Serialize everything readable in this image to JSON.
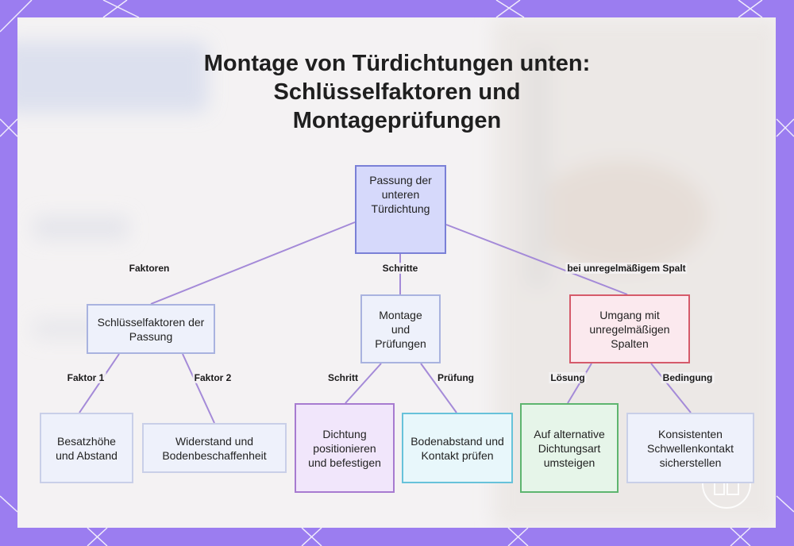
{
  "title_lines": [
    "Montage von Türdichtungen unten:",
    "Schlüsselfaktoren und",
    "Montageprüfungen"
  ],
  "nodes": {
    "root": "Passung der unteren Türdichtung",
    "factors": "Schlüsselfaktoren der Passung",
    "assembly": "Montage und Prüfungen",
    "irregular": "Umgang mit unregelmäßigen Spalten",
    "factor1": "Besatzhöhe und Abstand",
    "factor2": "Widerstand und Bodenbeschaffenheit",
    "step": "Dichtung positionieren und befestigen",
    "check": "Bodenabstand und Kontakt prüfen",
    "solution": "Auf alternative Dichtungsart umsteigen",
    "condition": "Konsistenten Schwellenkontakt sicherstellen"
  },
  "edge_labels": {
    "root_factors": "Faktoren",
    "root_assembly": "Schritte",
    "root_irregular": "bei unregelmäßigem Spalt",
    "factors_f1": "Faktor 1",
    "factors_f2": "Faktor 2",
    "assembly_step": "Schritt",
    "assembly_check": "Prüfung",
    "irregular_solution": "Lösung",
    "irregular_condition": "Bedingung"
  },
  "colors": {
    "frame": "#9b7df0",
    "edge": "#a48ad8",
    "root_fill": "#d6d9fb",
    "root_border": "#7a80d6",
    "blue_fill": "#eef1fb",
    "blue_border": "#a9b3df",
    "purple_fill": "#f1e6fb",
    "purple_border": "#a77bd0",
    "cyan_fill": "#e8f7fb",
    "cyan_border": "#67c2da",
    "red_fill": "#fbe9ee",
    "red_border": "#d55a6a",
    "green_fill": "#e6f5e9",
    "green_border": "#5eb56f"
  }
}
